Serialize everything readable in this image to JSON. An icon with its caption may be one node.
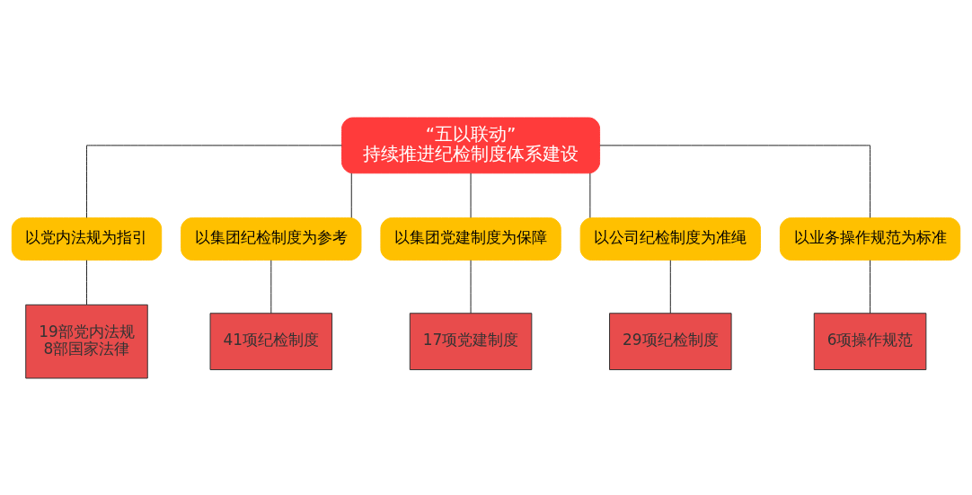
{
  "diagram": {
    "nodes": [
      {
        "text": [
          "“五以联动”",
          "持续推进纪检制度体系建设"
        ]
      },
      {
        "text": [
          "以党内法规为指引"
        ]
      },
      {
        "text": [
          "以集团纪检制度为参考"
        ]
      },
      {
        "text": [
          "以集团党建制度为保障"
        ]
      },
      {
        "text": [
          "以公司纪检制度为准绳"
        ]
      },
      {
        "text": [
          "以业务操作规范为标准"
        ]
      },
      {
        "text": [
          "19部党内法规",
          "8部国家法律"
        ]
      },
      {
        "text": [
          "41项纪检制度"
        ]
      },
      {
        "text": [
          "17项党建制度"
        ]
      },
      {
        "text": [
          "29项纪检制度"
        ]
      },
      {
        "text": [
          "6项操作规范"
        ]
      }
    ],
    "edges": [
      {
        "from": 0,
        "to": 1,
        "arrow": "none"
      },
      {
        "from": 0,
        "to": 2,
        "arrow": "none"
      },
      {
        "from": 0,
        "to": 3,
        "arrow": "none"
      },
      {
        "from": 0,
        "to": 4,
        "arrow": "none"
      },
      {
        "from": 0,
        "to": 5,
        "arrow": "none"
      },
      {
        "from": 1,
        "to": 6,
        "arrow": "none"
      },
      {
        "from": 2,
        "to": 7,
        "arrow": "none"
      },
      {
        "from": 3,
        "to": 8,
        "arrow": "none"
      },
      {
        "from": 4,
        "to": 9,
        "arrow": "none"
      },
      {
        "from": 5,
        "to": 10,
        "arrow": "none"
      }
    ]
  }
}
